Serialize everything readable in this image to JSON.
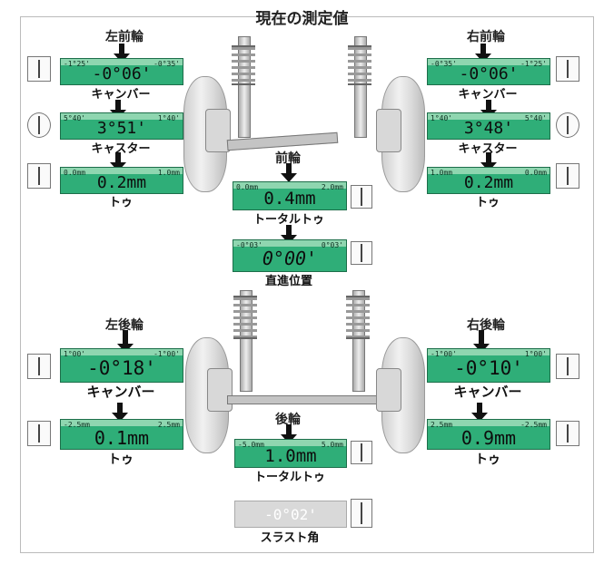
{
  "title": "現在の測定値",
  "front": {
    "left_head": "左前輪",
    "right_head": "右前輪",
    "left": {
      "camber": {
        "min": "-1°25'",
        "max": "-0°35'",
        "value": "-0°06'",
        "label": "キャンバー"
      },
      "caster": {
        "min": "5°40'",
        "max": "1°40'",
        "value": "3°51'",
        "label": "キャスター"
      },
      "toe": {
        "min": "0.0mm",
        "max": "1.0mm",
        "value": "0.2mm",
        "label": "トゥ"
      }
    },
    "right": {
      "camber": {
        "min": "-0°35'",
        "max": "-1°25'",
        "value": "-0°06'",
        "label": "キャンバー"
      },
      "caster": {
        "min": "1°40'",
        "max": "5°40'",
        "value": "3°48'",
        "label": "キャスター"
      },
      "toe": {
        "min": "1.0mm",
        "max": "0.0mm",
        "value": "0.2mm",
        "label": "トゥ"
      }
    },
    "total_head": "前輪",
    "total_toe": {
      "min": "0.0mm",
      "max": "2.0mm",
      "value": "0.4mm",
      "label": "トータルトゥ"
    },
    "straight": {
      "min": "-0°03'",
      "max": "0°03'",
      "value": "0°00'",
      "label": "直進位置"
    }
  },
  "rear": {
    "left_head": "左後輪",
    "right_head": "右後輪",
    "left": {
      "camber": {
        "min": "1°00'",
        "max": "-1°00'",
        "value": "-0°18'",
        "label": "キャンバー"
      },
      "toe": {
        "min": "-2.5mm",
        "max": "2.5mm",
        "value": "0.1mm",
        "label": "トゥ"
      }
    },
    "right": {
      "camber": {
        "min": "-1°00'",
        "max": "1°00'",
        "value": "-0°10'",
        "label": "キャンバー"
      },
      "toe": {
        "min": "2.5mm",
        "max": "-2.5mm",
        "value": "0.9mm",
        "label": "トゥ"
      }
    },
    "total_head": "後輪",
    "total_toe": {
      "min": "-5.0mm",
      "max": "5.0mm",
      "value": "1.0mm",
      "label": "トータルトゥ"
    },
    "thrust": {
      "value": "-0°02'",
      "label": "スラスト角"
    }
  }
}
